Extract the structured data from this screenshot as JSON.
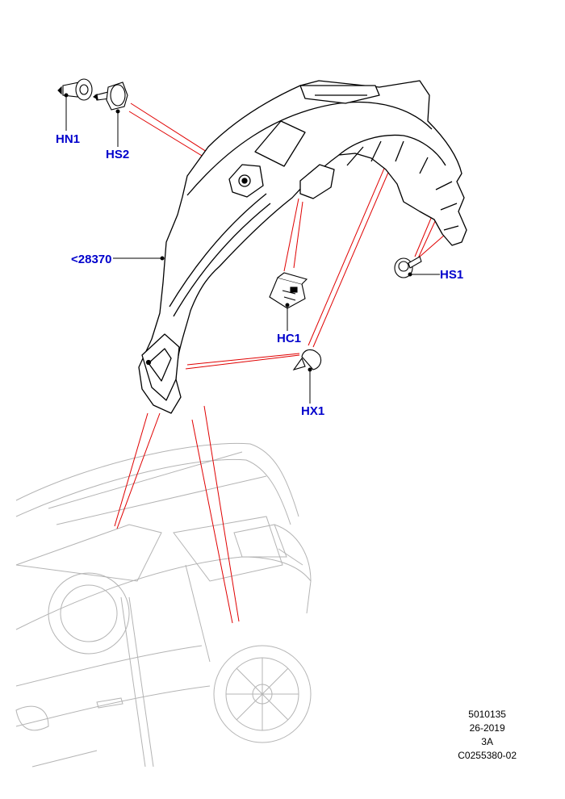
{
  "colors": {
    "callout_text": "#0000cc",
    "leader_line": "#e00000",
    "outline": "#000000",
    "vehicle_ghost": "#b4b4b4"
  },
  "callouts": {
    "hn1": "HN1",
    "hs2": "HS2",
    "part_28370": "<28370",
    "hs1": "HS1",
    "hc1": "HC1",
    "hx1": "HX1"
  },
  "parts": {
    "main": "wheel-arch-liner",
    "fasteners": [
      "push-rivet",
      "screw-with-washer",
      "clip",
      "push-pin"
    ]
  },
  "footer": {
    "line1": "5010135",
    "line2": "26-2019",
    "line3": "3A",
    "line4": "C0255380-02"
  }
}
